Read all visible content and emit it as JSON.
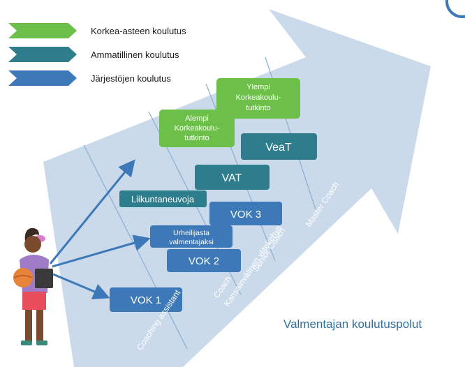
{
  "legend": [
    {
      "label": "Korkea-asteen koulutus",
      "color": "#6cc04a"
    },
    {
      "label": "Ammatillinen koulutus",
      "color": "#2e7d8c"
    },
    {
      "label": "Järjestöjen koulutus",
      "color": "#3d79b8"
    }
  ],
  "boxes": {
    "ylempi": [
      "Ylempi",
      "Korkeakoulu-",
      "tutkinto"
    ],
    "alempi": [
      "Alempi",
      "Korkeakoulu-",
      "tutkinto"
    ],
    "veat": "VeaT",
    "vat": "VAT",
    "liikuntaneuvoja": "Liikuntaneuvoja",
    "vok3": "VOK 3",
    "urheilijasta": [
      "Urheilijasta",
      "valmentajaksi"
    ],
    "vok2": "VOK 2",
    "vok1": "VOK 1"
  },
  "levels": {
    "coaching_assistant": "Coaching assistant",
    "coach": "Coach",
    "senior_coach": "Senior Coach",
    "master_coach": "Master Coach",
    "framework": "Kansainvälinen viitekehys"
  },
  "title": "Valmentajan koulutuspolut",
  "colors": {
    "arrow": "#c8d8ea",
    "green": "#6cc04a",
    "teal": "#2e7d8c",
    "blue": "#3d79b8",
    "pointer": "#3d79b8"
  }
}
